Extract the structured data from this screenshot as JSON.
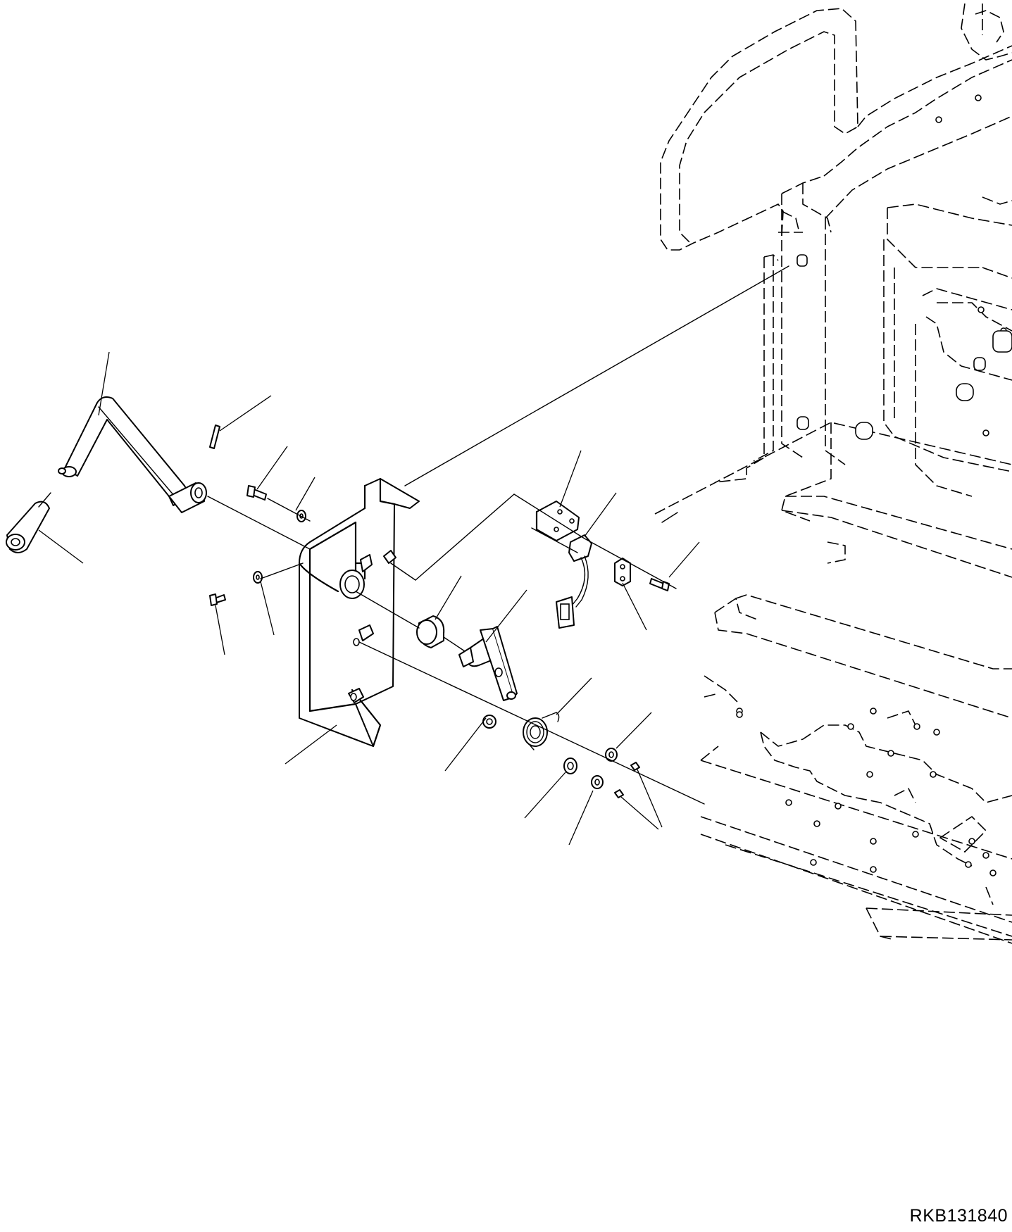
{
  "drawing": {
    "code": "RKB131840"
  },
  "parts": [
    "handle-crank",
    "grip",
    "roll-pin",
    "bolt",
    "washer",
    "bolt-small",
    "washer-small",
    "bracket-plate",
    "bushing",
    "lever-arm",
    "switch-plate",
    "micro-switch",
    "switch-bracket",
    "switch-bolt",
    "collar",
    "torsion-spring",
    "collar-outer",
    "washer-outer",
    "washer-right",
    "screw-pair"
  ]
}
